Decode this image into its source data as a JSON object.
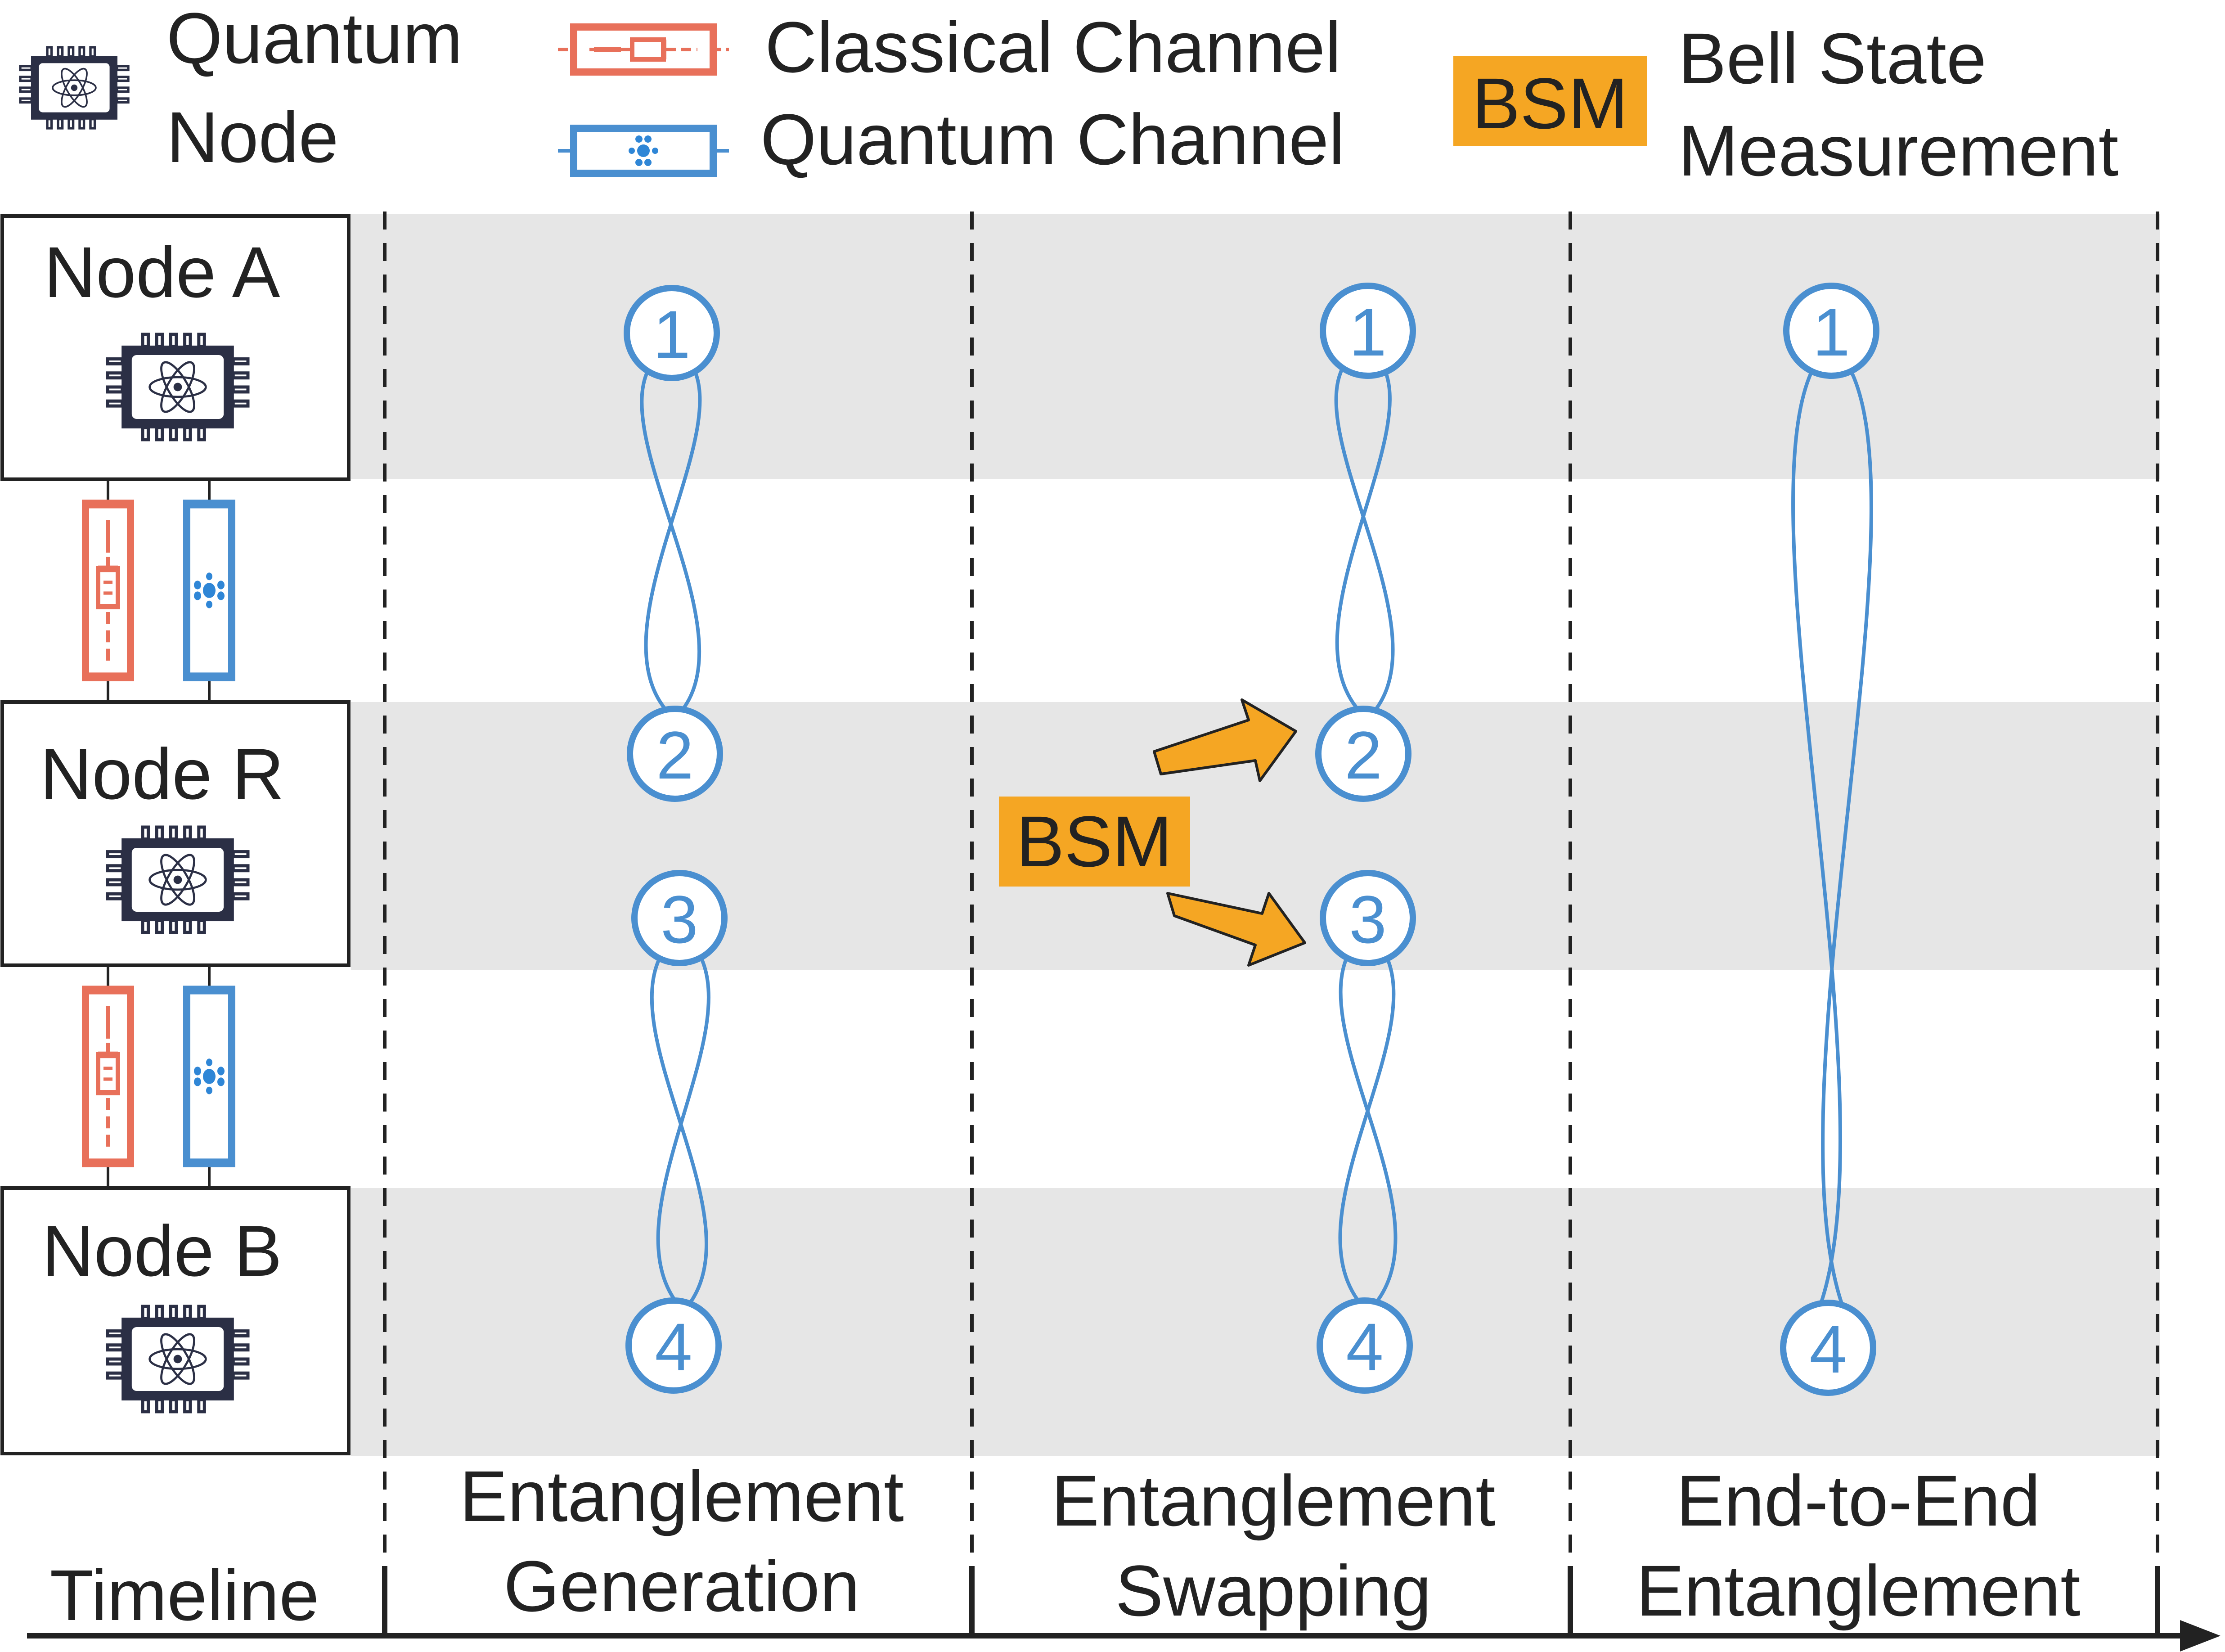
{
  "legend": {
    "quantum_node": [
      "Quantum",
      "Node"
    ],
    "classical_channel": "Classical Channel",
    "quantum_channel": "Quantum Channel",
    "bsm_badge": "BSM",
    "bsm_description": [
      "Bell State",
      "Measurement"
    ]
  },
  "nodes": [
    {
      "label": "Node A"
    },
    {
      "label": "Node R"
    },
    {
      "label": "Node B"
    }
  ],
  "phases": [
    {
      "label": [
        "Entanglement",
        "Generation"
      ]
    },
    {
      "label": [
        "Entanglement",
        "Swapping"
      ]
    },
    {
      "label": [
        "End-to-End",
        "Entanglement"
      ]
    }
  ],
  "timeline_label": "Timeline",
  "qubits": [
    "1",
    "2",
    "3",
    "4"
  ],
  "bsm_label": "BSM",
  "colors": {
    "quantum_blue": "#4a8fd0",
    "classical_red": "#e8705a",
    "bsm_orange": "#f5a623",
    "band_gray": "#e6e6e6",
    "chip_dark": "#2b2f45",
    "text_dark": "#222222"
  },
  "icons": [
    "chip-icon",
    "syringe-icon",
    "quantum-channel-icon",
    "arrow-right-icon"
  ]
}
